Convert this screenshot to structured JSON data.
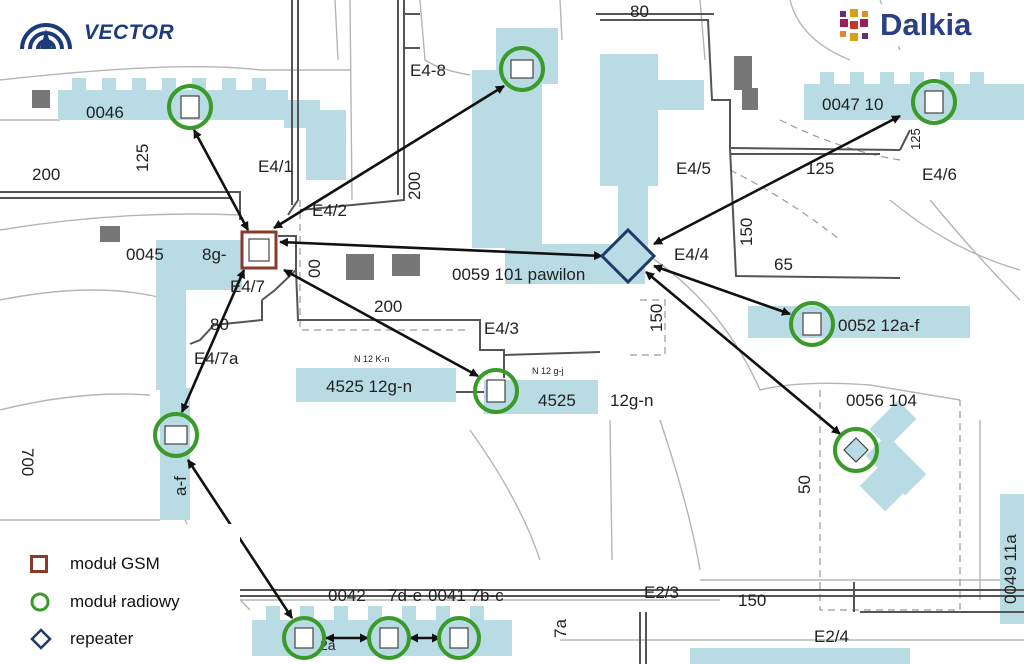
{
  "logos": {
    "left_text": "VECTOR",
    "right_text": "Dalkia"
  },
  "legend": {
    "gsm_label": "moduł GSM",
    "radio_label": "moduł radiowy",
    "repeater_label": "repeater",
    "colors": {
      "gsm": "#8b3a2a",
      "radio": "#3a9a2a",
      "repeater": "#1d3a6a"
    }
  },
  "labels": {
    "e4_8": "E4-8",
    "n80_top": "80",
    "n0046": "0046",
    "n0047": "0047 10",
    "n125_left": "125",
    "n125_right": "125",
    "n125_small": "125",
    "e4_1": "E4/1",
    "n200_left": "200",
    "n200_vert": "200",
    "e4_5": "E4/5",
    "e4_6": "E4/6",
    "e4_2": "E4/2",
    "n0045": "0045",
    "n8g": "8g-",
    "n00": "00",
    "n0059": "0059  101 pawilon",
    "e4_4": "E4/4",
    "n150_right": "150",
    "n65": "65",
    "e4_7": "E4/7",
    "n200_mid": "200",
    "e4_3": "E4/3",
    "n150_mid": "150",
    "n80_mid": "80",
    "n0052": "0052  12a-f",
    "e4_7a": "E4/7a",
    "n12kn": "N 12  K-n",
    "n12gj": "N 12  g-j",
    "n4525_a": "4525  12g-n",
    "n4525_b": "4525",
    "n12gn": "12g-n",
    "n0056": "0056  104",
    "n700": "700",
    "n50": "50",
    "naf": "a-f",
    "n0049": "0049  11a",
    "n0042": "0042",
    "n7de": "7d-e",
    "n0041": "0041  7b-c",
    "n7a": "7a",
    "e2_3": "E2/3",
    "n150_bottom": "150",
    "e2_4": "E2/4",
    "n2a": "2a"
  }
}
